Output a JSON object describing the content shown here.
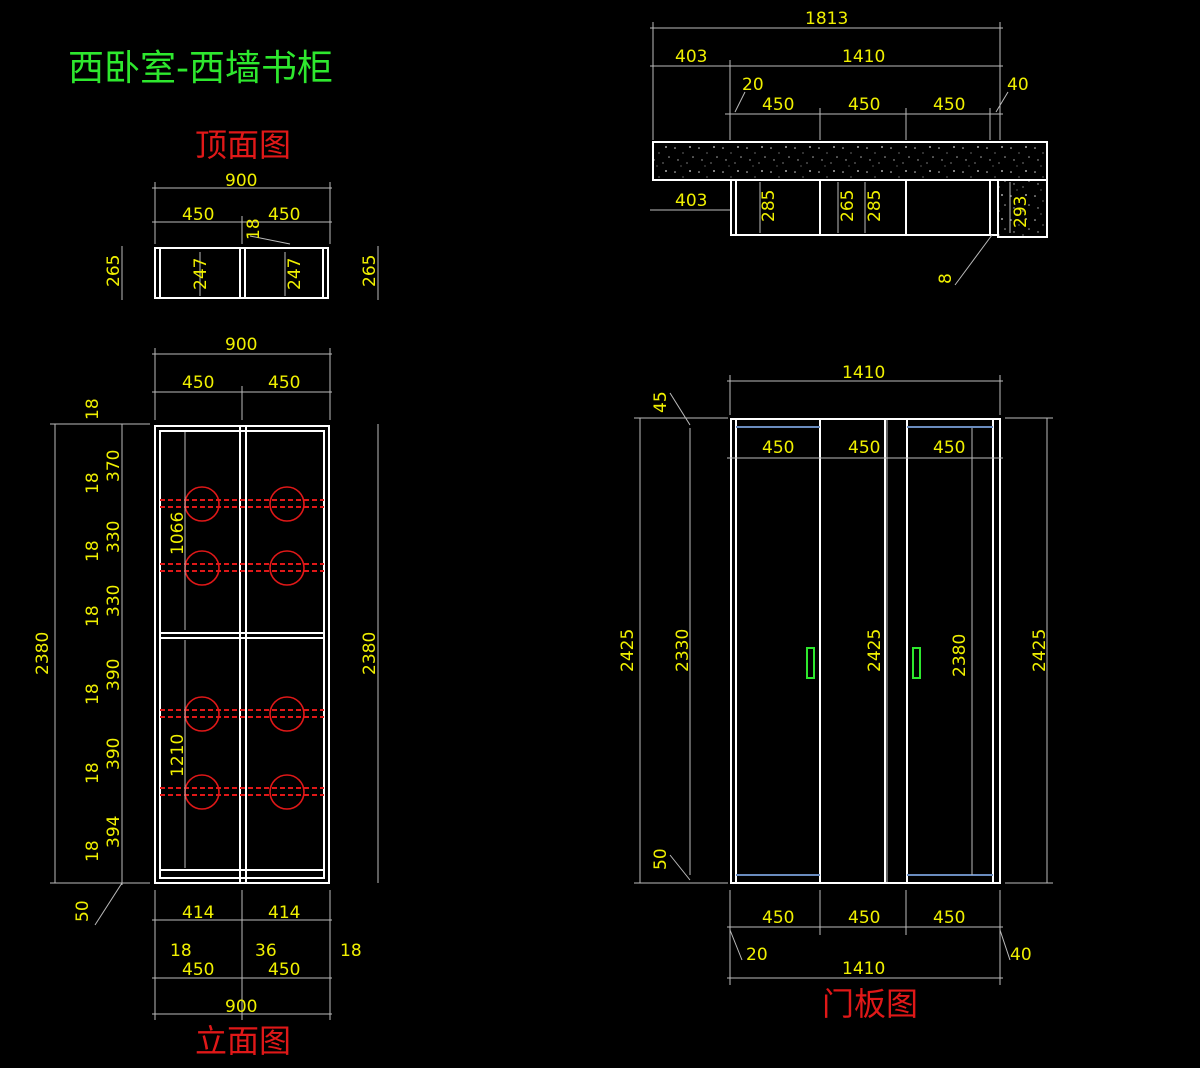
{
  "title": "西卧室-西墙书柜",
  "top_view": {
    "heading": "顶面图",
    "width_total": "900",
    "width_left": "450",
    "width_right": "450",
    "divider": "18",
    "depth_left": "265",
    "depth_right": "265",
    "inner_left": "247",
    "inner_right": "247"
  },
  "elevation": {
    "heading": "立面图",
    "width_total_top": "900",
    "width_left_top": "450",
    "width_right_top": "450",
    "height_left": "2380",
    "height_right": "2380",
    "left_dims": [
      "18",
      "370",
      "18",
      "330",
      "18",
      "330",
      "18",
      "390",
      "18",
      "390",
      "18",
      "394",
      "18",
      "50"
    ],
    "inner_upper": "1066",
    "inner_lower": "1210",
    "bottom_inner_left": "414",
    "bottom_inner_right": "414",
    "bottom_side_left": "18",
    "bottom_mid": "36",
    "bottom_side_right": "18",
    "bottom_width_left": "450",
    "bottom_width_right": "450",
    "bottom_total": "900"
  },
  "plan": {
    "total": "1813",
    "left_gap": "403",
    "cabinet_width": "1410",
    "side_left": "20",
    "side_right": "40",
    "sections": [
      "450",
      "450",
      "450"
    ],
    "gap_below": "403",
    "depth_a": "285",
    "depth_b": "265",
    "depth_c": "285",
    "depth_right": "293",
    "offset": "8"
  },
  "door_panel": {
    "heading": "门板图",
    "width_top": "1410",
    "top_gap": "45",
    "bottom_gap": "50",
    "sections_top": [
      "450",
      "450",
      "450"
    ],
    "sections_bottom": [
      "450",
      "450",
      "450"
    ],
    "height_outer_left": "2425",
    "height_inner_left": "2330",
    "height_mid": "2425",
    "height_inner_right": "2380",
    "height_outer_right": "2425",
    "side_left": "20",
    "side_right": "40",
    "width_bottom": "1410"
  },
  "colors": {
    "line": "#ffffff",
    "dimension": "#f0f000",
    "title": "#2ee82e",
    "heading": "#e01818",
    "handle": "#2ee82e"
  }
}
